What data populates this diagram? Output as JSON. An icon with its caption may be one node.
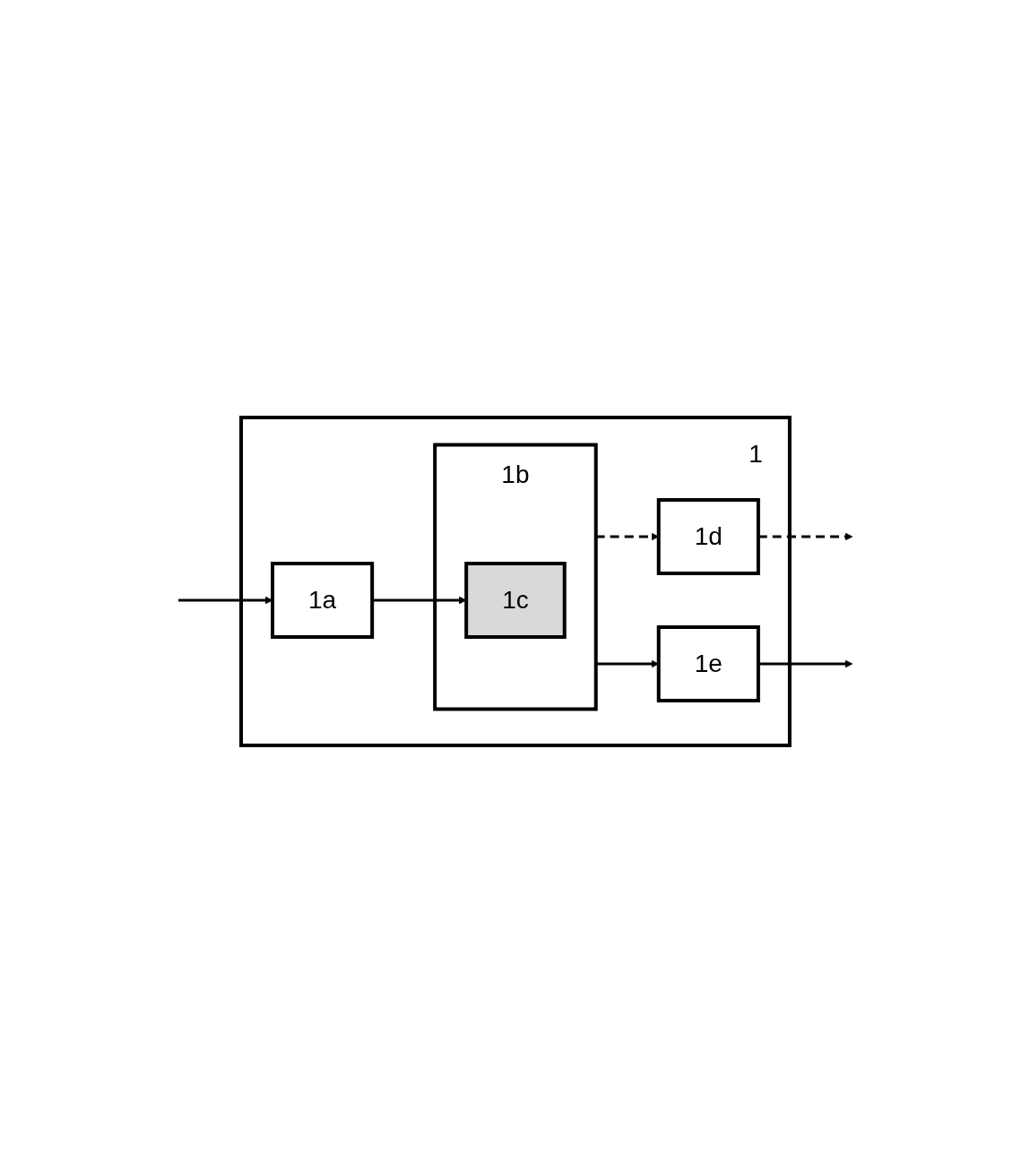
{
  "diagram": {
    "nodes": [
      {
        "text": [
          "1"
        ]
      },
      {
        "text": [
          "1a"
        ],
        "in": 0
      },
      {
        "text": [
          "1b"
        ],
        "in": 0
      },
      {
        "text": [
          "1c"
        ],
        "in": 2
      },
      {
        "text": [
          "1d"
        ],
        "in": 0
      },
      {
        "text": [
          "1e"
        ],
        "in": 0
      }
    ],
    "edges": [
      {
        "from": null,
        "to": 1,
        "arrow": "to"
      },
      {
        "from": 1,
        "to": 3,
        "arrow": "to"
      },
      {
        "from": 2,
        "to": 4,
        "arrow": "to",
        "style": "dashed"
      },
      {
        "from": 4,
        "to": null,
        "arrow": "to",
        "style": "dashed"
      },
      {
        "from": 2,
        "to": 5,
        "arrow": "to"
      },
      {
        "from": 5,
        "to": null,
        "arrow": "to"
      }
    ]
  }
}
